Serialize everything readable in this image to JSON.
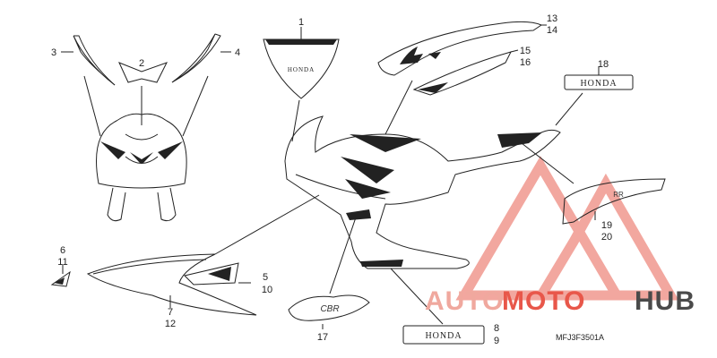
{
  "diagram": {
    "code": "MFJ3F3501A",
    "part_numbers": {
      "p1": "1",
      "p2": "2",
      "p3": "3",
      "p4": "4",
      "p5": "5",
      "p10": "10",
      "p6": "6",
      "p11": "11",
      "p7": "7",
      "p12": "12",
      "p8": "8",
      "p9": "9",
      "p13": "13",
      "p14": "14",
      "p15": "15",
      "p16": "16",
      "p17": "17",
      "p18": "18",
      "p19": "19",
      "p20": "20"
    },
    "decal_text": {
      "honda_18": "HONDA",
      "honda_8": "HONDA",
      "honda_1": "HONDA",
      "cbr": "CBR",
      "rr": "RR"
    }
  },
  "watermark": {
    "brand_part1": "AUTO",
    "brand_part2": "MOTO",
    "brand_part3": "HUB",
    "color_primary": "#e8574a",
    "color_secondary": "#4a4a4a"
  }
}
